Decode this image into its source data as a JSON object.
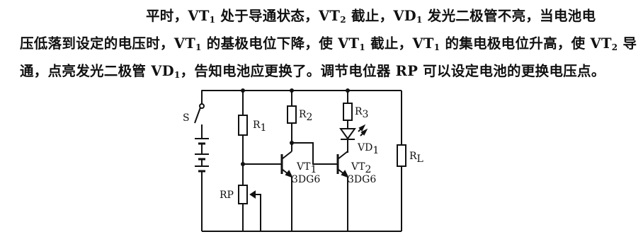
{
  "paragraph": {
    "line1": [
      "平时，VT",
      "1",
      " 处于导通状态，VT",
      "2",
      " 截止，VD",
      "1",
      " 发光二极管不亮，当电池电"
    ],
    "line2": [
      "压低落到设定的电压时，VT",
      "1",
      " 的基极电位下降，使 VT",
      "1",
      " 截止，VT",
      "1",
      " 的集电极电位升高，使 VT",
      "2",
      " 导"
    ],
    "line3": [
      "通，点亮发光二极管 VD",
      "1",
      "，告知电池应更换了。调节电位器 RP 可以设定电池的更换电压点。"
    ]
  },
  "circuit": {
    "switch_label": "S",
    "r1_label": "R",
    "r1_sub": "1",
    "r2_label": "R",
    "r2_sub": "2",
    "r3_label": "R",
    "r3_sub": "3",
    "rl_label": "R",
    "rl_sub": "L",
    "rp_label": "RP",
    "vd1_label": "VD",
    "vd1_sub": "1",
    "vt1_label": "VT",
    "vt1_sub": "1",
    "vt1_type": "3DG6",
    "vt2_label": "VT",
    "vt2_sub": "2",
    "vt2_type": "3DG6"
  }
}
